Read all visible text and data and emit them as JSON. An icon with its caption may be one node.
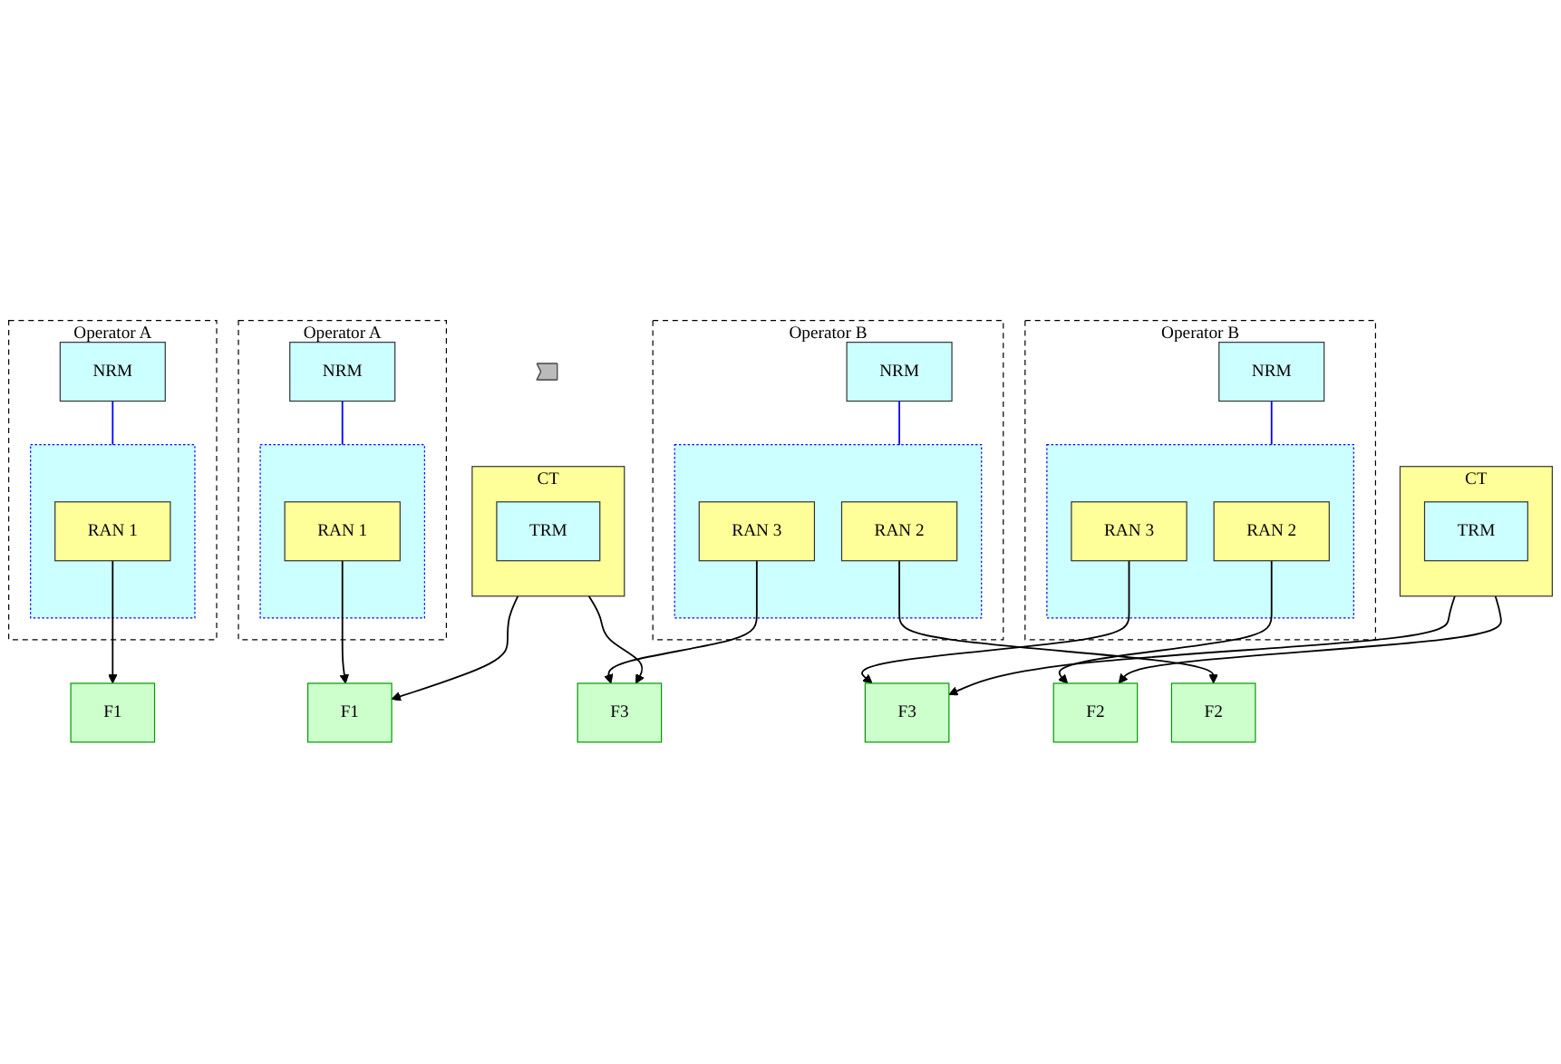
{
  "diagram": {
    "nodes": [
      {
        "text": [
          "Operator A"
        ]
      },
      {
        "text": [
          "NRM"
        ],
        "in": 0
      },
      {
        "text": [],
        "shape": "box",
        "in": 0
      },
      {
        "text": [
          "RAN 1"
        ],
        "in": 2
      },
      {
        "text": [
          "Operator B"
        ]
      },
      {
        "text": [
          "NRM"
        ],
        "in": 4
      },
      {
        "text": [],
        "shape": "box",
        "in": 4
      },
      {
        "text": [
          "RAN 2"
        ],
        "in": 6
      },
      {
        "text": [
          "RAN 3"
        ],
        "in": 6
      },
      {
        "text": [
          "F1"
        ]
      },
      {
        "text": [
          "F2"
        ]
      },
      {
        "text": [
          "F3"
        ]
      },
      {
        "text": [
          "CT"
        ]
      },
      {
        "text": [
          "TRM"
        ],
        "in": 12
      },
      {
        "text": [],
        "shape": "arrow"
      },
      {
        "text": [
          "Operator A"
        ]
      },
      {
        "text": [
          "NRM"
        ],
        "in": 15
      },
      {
        "text": [],
        "shape": "box",
        "in": 15
      },
      {
        "text": [
          "RAN 1"
        ],
        "in": 17
      },
      {
        "text": [
          "Operator B"
        ]
      },
      {
        "text": [
          "NRM"
        ],
        "in": 19
      },
      {
        "text": [],
        "shape": "box",
        "in": 19
      },
      {
        "text": [
          "RAN 2"
        ],
        "in": 21
      },
      {
        "text": [
          "RAN 3"
        ],
        "in": 21
      },
      {
        "text": [
          "F1"
        ]
      },
      {
        "text": [
          "F2"
        ]
      },
      {
        "text": [
          "F3"
        ]
      },
      {
        "text": [
          "CT"
        ]
      },
      {
        "text": [
          "TRM"
        ],
        "in": 27
      }
    ],
    "edges": [
      {
        "from": 1,
        "to": 2,
        "arrow": "none",
        "color": "#0000ff"
      },
      {
        "from": 5,
        "to": 6,
        "arrow": "none",
        "color": "#0000ff"
      },
      {
        "from": 3,
        "to": 9,
        "arrow": "to"
      },
      {
        "from": 7,
        "to": 10,
        "arrow": "to"
      },
      {
        "from": 8,
        "to": 11,
        "arrow": "to"
      },
      {
        "from": 12,
        "to": 10,
        "arrow": "to"
      },
      {
        "from": 12,
        "to": 11,
        "arrow": "to"
      },
      {
        "from": 16,
        "to": 17,
        "arrow": "none",
        "color": "#0000ff"
      },
      {
        "from": 20,
        "to": 21,
        "arrow": "none",
        "color": "#0000ff"
      },
      {
        "from": 18,
        "to": 24,
        "arrow": "to"
      },
      {
        "from": 22,
        "to": 25,
        "arrow": "to"
      },
      {
        "from": 23,
        "to": 26,
        "arrow": "to"
      },
      {
        "from": 27,
        "to": 24,
        "arrow": "to"
      },
      {
        "from": 27,
        "to": 26,
        "arrow": "to"
      }
    ]
  }
}
